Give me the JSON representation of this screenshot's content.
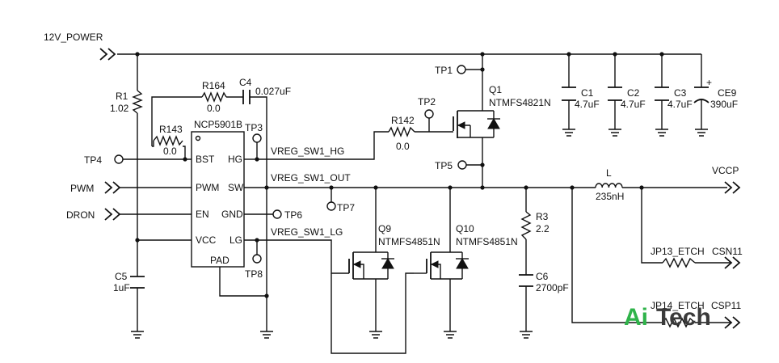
{
  "nets": {
    "power_in": "12V_POWER",
    "output": "VCCP",
    "hg": "VREG_SW1_HG",
    "sw_out": "VREG_SW1_OUT",
    "lg": "VREG_SW1_LG",
    "csn": "CSN11",
    "csp": "CSP11",
    "pwm": "PWM",
    "dron": "DRON"
  },
  "ic": {
    "name": "NCP5901B",
    "pins": {
      "bst": "BST",
      "pwm": "PWM",
      "en": "EN",
      "vcc": "VCC",
      "hg": "HG",
      "sw": "SW",
      "gnd": "GND",
      "lg": "LG",
      "pad": "PAD"
    }
  },
  "components": {
    "r1": {
      "ref": "R1",
      "value": "1.02"
    },
    "r164": {
      "ref": "R164",
      "value": "0.0"
    },
    "c4": {
      "ref": "C4",
      "value": "0.027uF"
    },
    "r143": {
      "ref": "R143",
      "value": "0.0"
    },
    "r142": {
      "ref": "R142",
      "value": "0.0"
    },
    "q1": {
      "ref": "Q1",
      "value": "NTMFS4821N"
    },
    "q9": {
      "ref": "Q9",
      "value": "NTMFS4851N"
    },
    "q10": {
      "ref": "Q10",
      "value": "NTMFS4851N"
    },
    "c1": {
      "ref": "C1",
      "value": "4.7uF"
    },
    "c2": {
      "ref": "C2",
      "value": "4.7uF"
    },
    "c3": {
      "ref": "C3",
      "value": "4.7uF"
    },
    "ce9": {
      "ref": "CE9",
      "value": "390uF",
      "polarity": "+"
    },
    "l": {
      "ref": "L",
      "value": "235nH"
    },
    "r3": {
      "ref": "R3",
      "value": "2.2"
    },
    "c6": {
      "ref": "C6",
      "value": "2700pF"
    },
    "c5": {
      "ref": "C5",
      "value": "1uF"
    },
    "jp13": {
      "ref": "JP13_ETCH"
    },
    "jp14": {
      "ref": "JP14_ETCH"
    }
  },
  "test_points": {
    "tp1": "TP1",
    "tp2": "TP2",
    "tp3": "TP3",
    "tp4": "TP4",
    "tp5": "TP5",
    "tp6": "TP6",
    "tp7": "TP7",
    "tp8": "TP8"
  },
  "watermark": {
    "ai": "Ai",
    "tech": "Tech"
  }
}
